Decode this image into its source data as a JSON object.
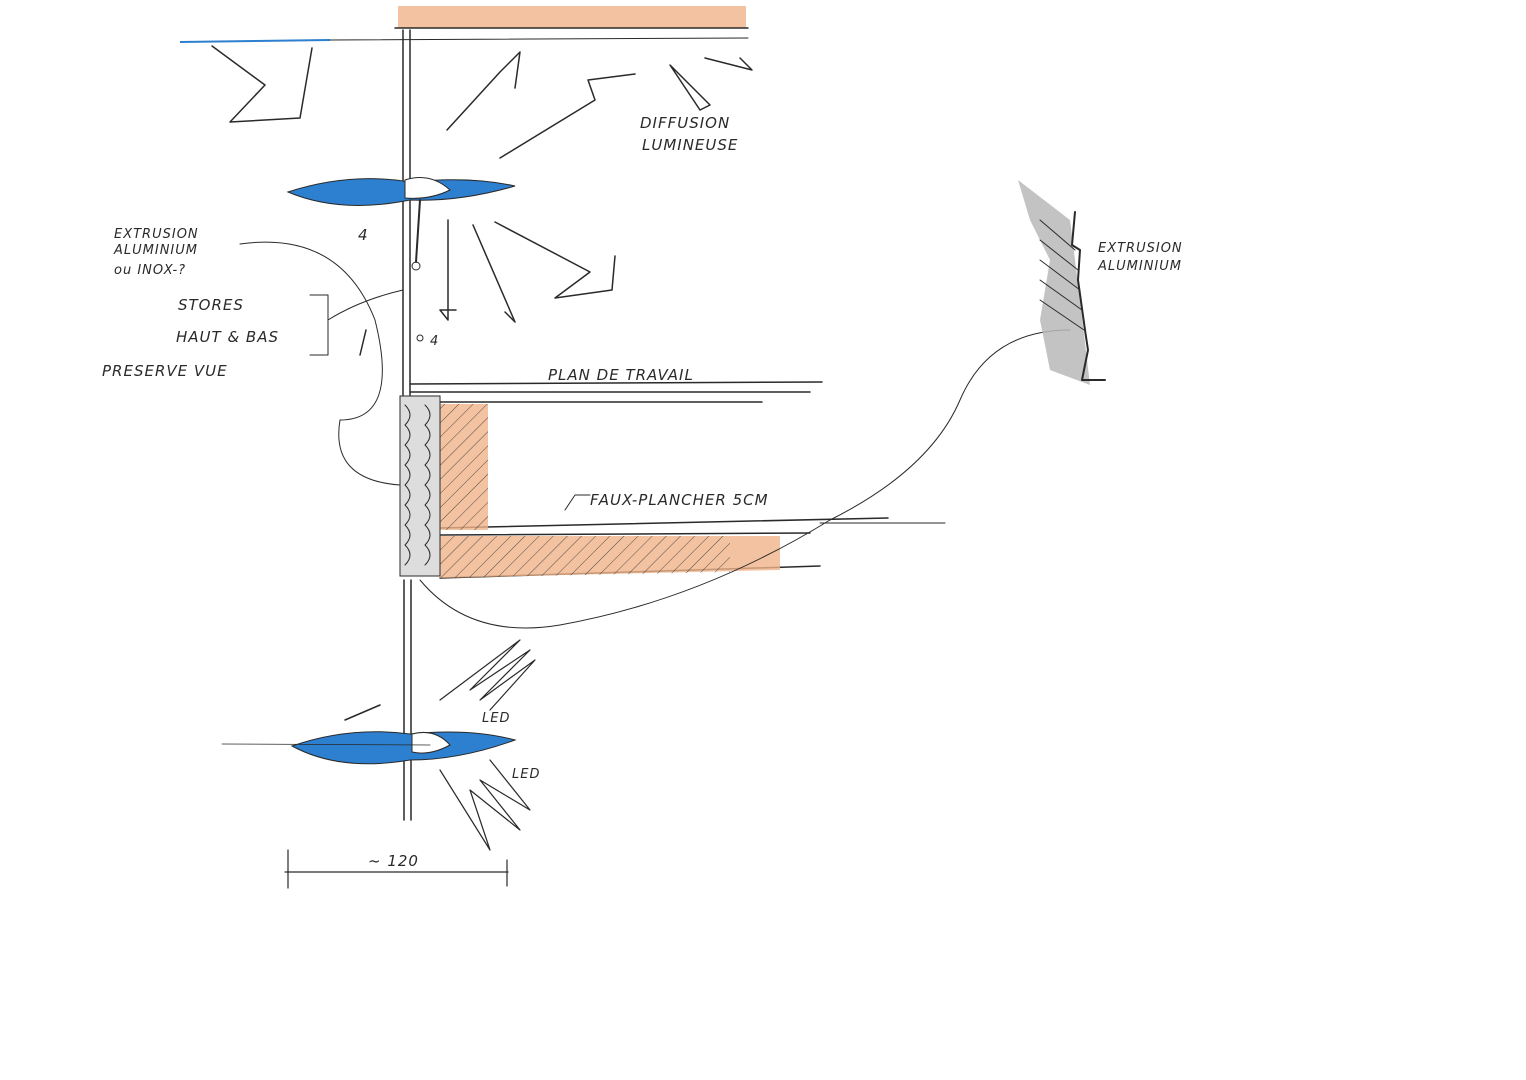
{
  "labels": {
    "diffusion_line1": "DIFFUSION",
    "diffusion_line2": "LUMINEUSE",
    "extrusion_left_line1": "EXTRUSION",
    "extrusion_left_line2": "ALUMINIUM",
    "extrusion_left_line3": "ou INOX-?",
    "stores_line1": "STORES",
    "stores_line2": "HAUT & BAS",
    "preserve": "PRESERVE VUE",
    "plan_travail": "PLAN DE TRAVAIL",
    "faux_plancher": "FAUX-PLANCHER 5CM",
    "extrusion_right_line1": "EXTRUSION",
    "extrusion_right_line2": "ALUMINIUM",
    "led_upper": "LED",
    "led_lower": "LED",
    "dimension": "~ 120",
    "mark_4_left": "4",
    "mark_4_right": "4"
  },
  "colors": {
    "blue": "#2d7fd0",
    "orange": "#f0b48a",
    "grey": "#b9b9b9",
    "ink": "#2a2a2a"
  }
}
